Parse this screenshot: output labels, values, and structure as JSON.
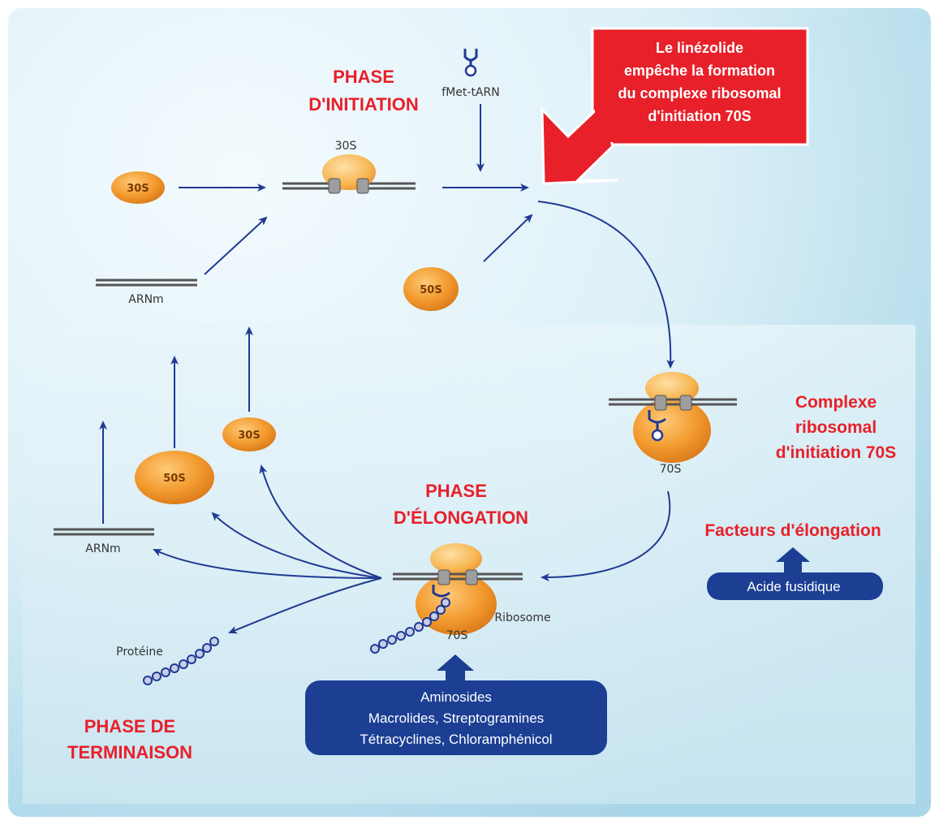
{
  "initiation": {
    "title_line1": "PHASE",
    "title_line2": "D'INITIATION",
    "fmet_label": "fMet-tARN",
    "subunit_30s_label": "30S",
    "ribosome_30s_label": "30S",
    "subunit_50s_label": "50S",
    "mrna_label": "ARNm"
  },
  "linezolid_callout": {
    "line1": "Le linézolide",
    "line2": "empêche la formation",
    "line3": "du complexe ribosomal",
    "line4": "d'initiation 70S"
  },
  "complex70s": {
    "line1": "Complexe",
    "line2": "ribosomal",
    "line3": "d'initiation 70S",
    "ribosome_label": "70S"
  },
  "elongation": {
    "title_line1": "PHASE",
    "title_line2": "D'ÉLONGATION",
    "ribosome_label": "70S",
    "ribosome_caption": "Ribosome",
    "factors_label": "Facteurs d'élongation",
    "fusidic_label": "Acide fusidique"
  },
  "inhibitors_box": {
    "line1": "Aminosides",
    "line2": "Macrolides, Streptogramines",
    "line3": "Tétracyclines, Chloramphénicol"
  },
  "termination": {
    "title_line1": "PHASE DE",
    "title_line2": "TERMINAISON",
    "subunit_50s_label": "50S",
    "subunit_30s_label": "30S",
    "mrna_label": "ARNm",
    "protein_label": "Protéine"
  },
  "colors": {
    "phase_red": "#e8202a",
    "arrow_blue": "#1f3a93",
    "box_navy": "#1c3f94",
    "subunit_orange": "#f29a2e",
    "background_blue": "#d6edf5"
  }
}
